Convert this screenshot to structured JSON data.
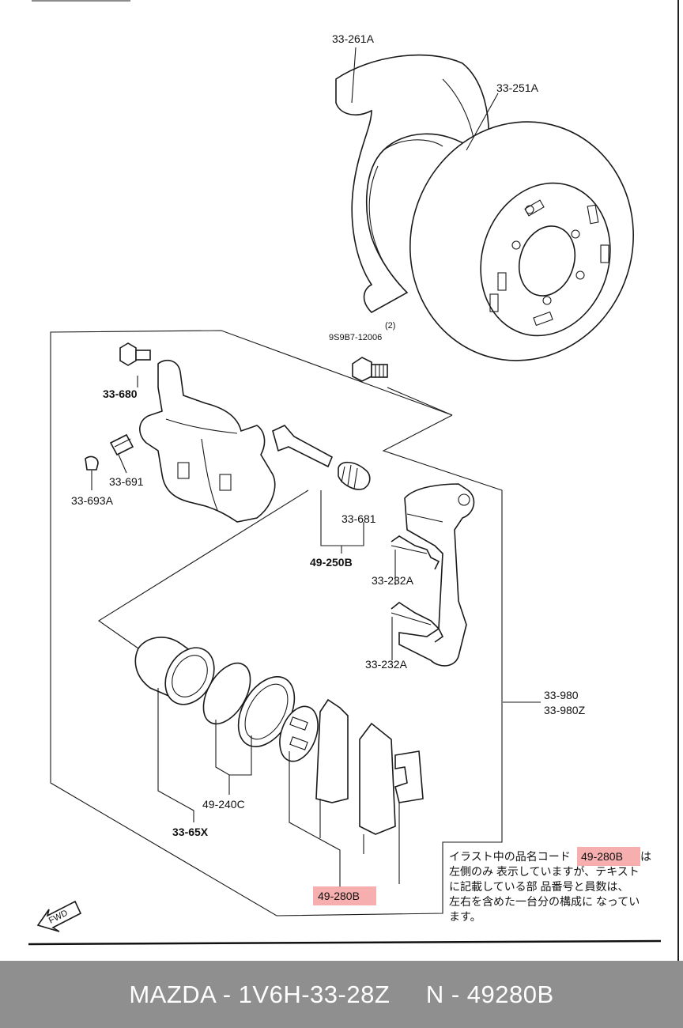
{
  "labels": {
    "shield": "33-261A",
    "disc": "33-251A",
    "bolt_qty": "(2)",
    "bolt": "9S9B7-12006",
    "caliper_bolt": "33-680",
    "bleeder": "33-691",
    "bleeder_cap": "33-693A",
    "guide_boot": "33-681",
    "guide_kit": "49-250B",
    "clip_upper": "33-232A",
    "clip_lower": "33-232A",
    "caliper_assy": "33-980",
    "caliper_assy_z": "33-980Z",
    "seal": "49-240C",
    "seal_kit": "33-65X",
    "pad_set": "49-280B",
    "fwd": "FWD"
  },
  "note": {
    "line1_pre": "イラスト中の品名コード",
    "line1_code": "49-280B",
    "line1_post": "は",
    "line2": "左側のみ 表示していますが、テキスト",
    "line3": "に記載している部 品番号と員数は、",
    "line4": "左右を含めた一台分の構成に なってい",
    "line5": "ます。"
  },
  "footer": {
    "text": "MAZDA - 1V6H-33-28Z     N - 49280B"
  },
  "colors": {
    "highlight": "#f4a0a0",
    "footer_bg": "#8f8f8f"
  }
}
